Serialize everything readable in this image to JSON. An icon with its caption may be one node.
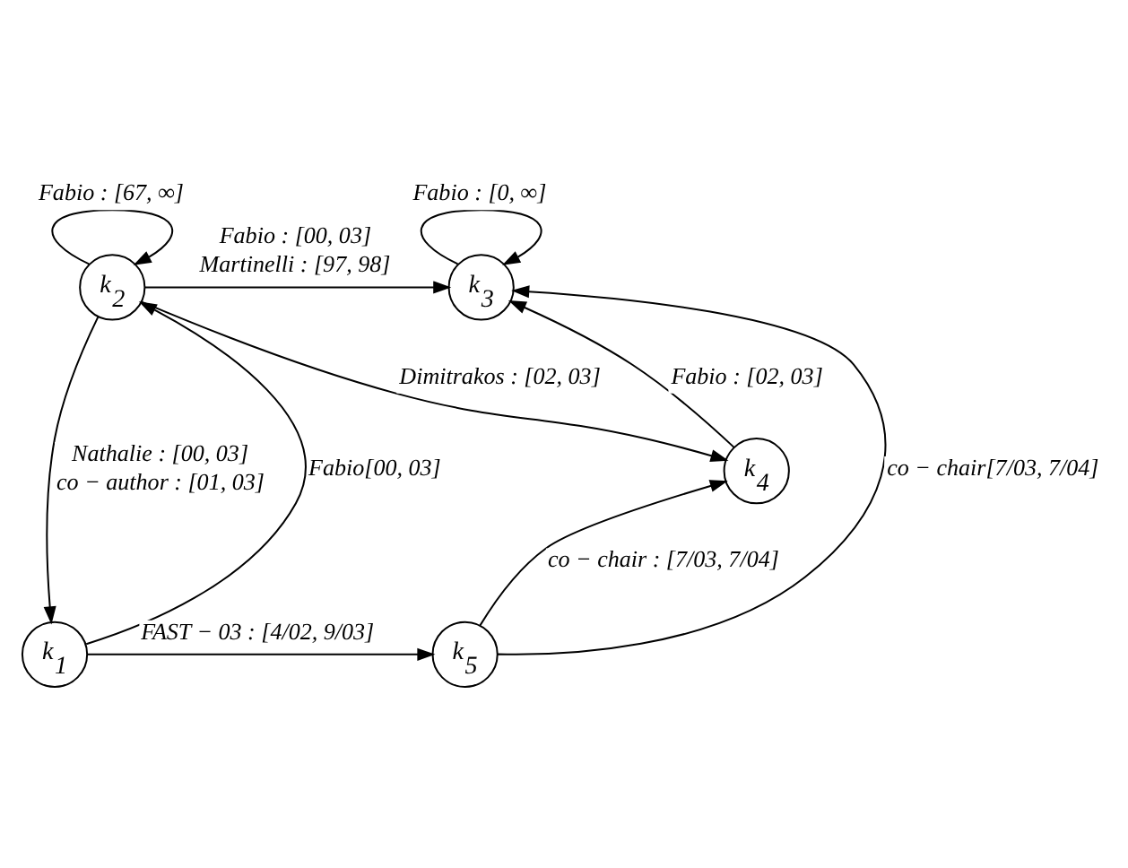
{
  "diagram": {
    "nodes": [
      {
        "text": [
          "k$_{1}$"
        ]
      },
      {
        "text": [
          "k$_{2}$"
        ]
      },
      {
        "text": [
          "k$_{3}$"
        ]
      },
      {
        "text": [
          "k$_{4}$"
        ]
      },
      {
        "text": [
          "k$_{5}$"
        ]
      }
    ],
    "edges": [
      {
        "from": 1,
        "to": 1,
        "arrow": "to",
        "label": "Fabio : [67, ∞]"
      },
      {
        "from": 2,
        "to": 2,
        "arrow": "to",
        "label": "Fabio : [0, ∞]"
      },
      {
        "from": 1,
        "to": 2,
        "arrow": "to",
        "label": "Fabio : [00, 03] Martinelli : [97, 98]"
      },
      {
        "from": 1,
        "to": 3,
        "arrow": "to",
        "label": "Dimitrakos : [02, 03]"
      },
      {
        "from": 3,
        "to": 2,
        "arrow": "to",
        "label": "Fabio : [02, 03]"
      },
      {
        "from": 0,
        "to": 1,
        "arrow": "to",
        "label": "Fabio[00, 03]"
      },
      {
        "from": 1,
        "to": 0,
        "arrow": "to",
        "label": "Nathalie : [00, 03] co − author : [01, 03]"
      },
      {
        "from": 4,
        "to": 3,
        "arrow": "to",
        "label": "co − chair : [7/03, 7/04]"
      },
      {
        "from": 4,
        "to": 2,
        "arrow": "to",
        "label": "co − chair[7/03, 7/04]"
      },
      {
        "from": 0,
        "to": 4,
        "arrow": "to",
        "label": "FAST − 03 : [4/02, 9/03]"
      }
    ]
  }
}
